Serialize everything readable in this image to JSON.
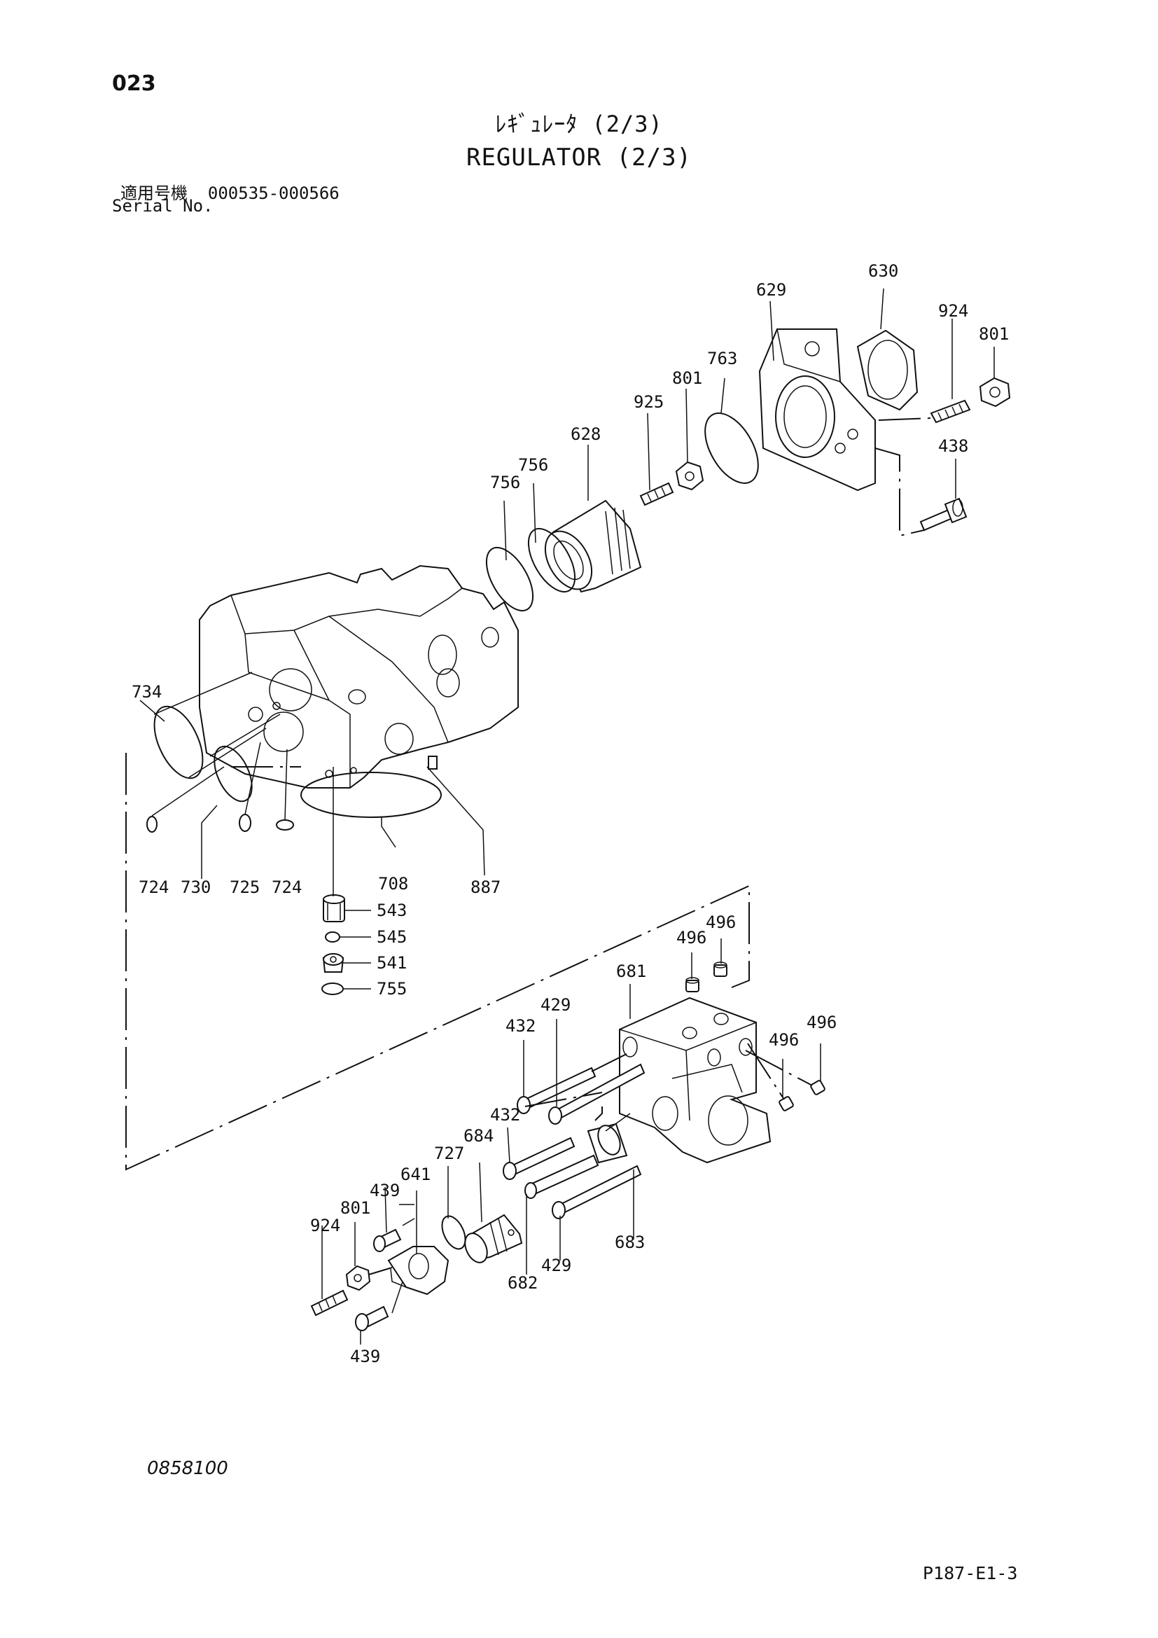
{
  "header": {
    "page_number": "023",
    "title_jp": "ﾚｷﾞｭﾚｰﾀ (2/3)",
    "title_en": "REGULATOR (2/3)",
    "serial_label_jp": "適用号機",
    "serial_range": "000535-000566",
    "serial_label_en": "Serial No."
  },
  "footer": {
    "drawing_code": "0858100",
    "page_ref": "P187-E1-3"
  },
  "callouts": {
    "c629": "629",
    "c630": "630",
    "c924a": "924",
    "c801a": "801",
    "c763": "763",
    "c801b": "801",
    "c925": "925",
    "c628": "628",
    "c756a": "756",
    "c756b": "756",
    "c438": "438",
    "c734": "734",
    "c724a": "724",
    "c730": "730",
    "c725": "725",
    "c724b": "724",
    "c708": "708",
    "c887": "887",
    "c543": "543",
    "c545": "545",
    "c541": "541",
    "c755": "755",
    "c496a": "496",
    "c496b": "496",
    "c681": "681",
    "c429a": "429",
    "c432a": "432",
    "c496c": "496",
    "c496d": "496",
    "c432b": "432",
    "c684": "684",
    "c727": "727",
    "c641": "641",
    "c439a": "439",
    "c801c": "801",
    "c924b": "924",
    "c683": "683",
    "c429b": "429",
    "c682": "682",
    "c439b": "439"
  }
}
